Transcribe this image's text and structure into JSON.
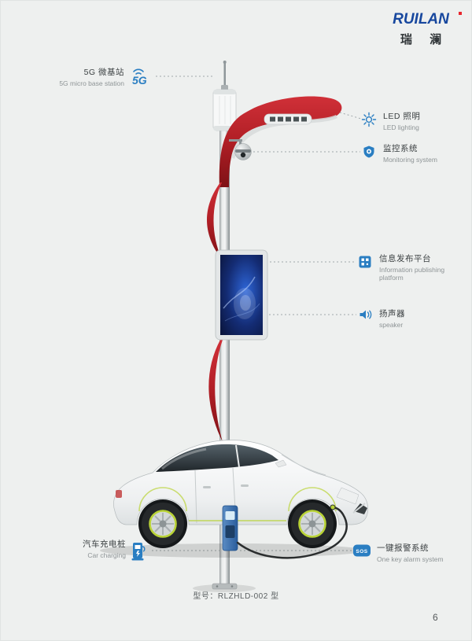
{
  "page": {
    "model": "型号：RLZHLD-002 型",
    "number": "6"
  },
  "logo": {
    "wordmark": "RUILAN",
    "cn": "瑞 澜"
  },
  "colors": {
    "accent_red": "#b01e25",
    "brand_blue": "#17479e",
    "icon_blue": "#2a7ec2",
    "lime_accent": "#b9d336"
  },
  "labels": {
    "left": [
      {
        "zh": "5G 微基站",
        "en": "5G micro base station",
        "icon": "5g-signal-icon",
        "icon_text": "5G"
      },
      {
        "zh": "汽车充电桩",
        "en": "Car charging",
        "icon": "ev-charger-icon"
      }
    ],
    "right": [
      {
        "zh": "LED 照明",
        "en": "LED lighting",
        "icon": "led-lighting-icon"
      },
      {
        "zh": "监控系统",
        "en": "Monitoring system",
        "icon": "surveillance-icon"
      },
      {
        "zh": "信息发布平台",
        "en": "Information publishing platform",
        "icon": "info-screen-icon"
      },
      {
        "zh": "扬声器",
        "en": "speaker",
        "icon": "speaker-icon"
      },
      {
        "zh": "一键报警系统",
        "en": "One key alarm system",
        "icon": "sos-icon",
        "icon_text": "SOS"
      }
    ]
  }
}
